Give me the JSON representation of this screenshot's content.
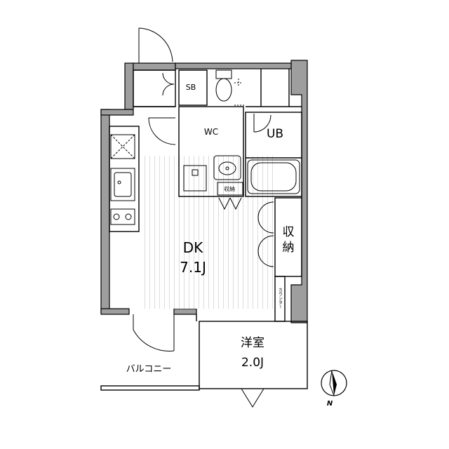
{
  "rooms": {
    "sb": "SB",
    "wc": "WC",
    "ub": "UB",
    "storage_small": "収納",
    "dk_name": "DK",
    "dk_size": "7.1J",
    "storage_char1": "収",
    "storage_char2": "納",
    "counter": "カウンター",
    "western_name": "洋室",
    "western_size": "2.0J",
    "balcony": "バルコニー"
  },
  "compass": {
    "label": "N"
  },
  "colors": {
    "wall": "#999999",
    "stroke": "#000000",
    "floor_stripe": "#d9d9d9"
  }
}
